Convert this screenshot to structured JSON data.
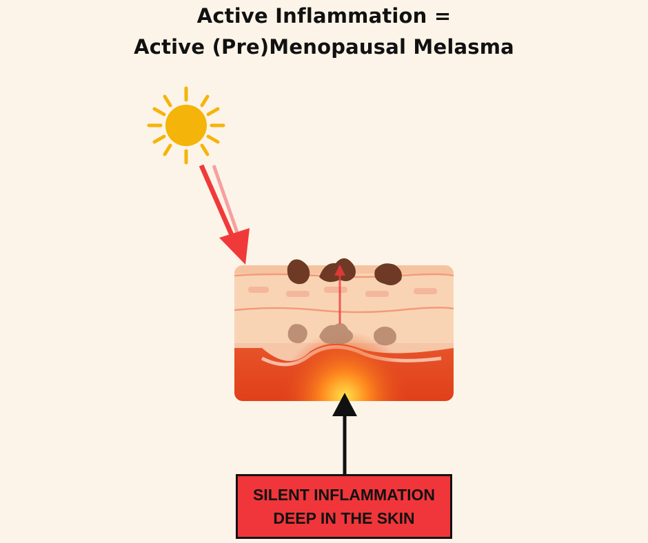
{
  "title": {
    "line1": "Active Inflammation =",
    "line2": "Active (Pre)Menopausal Melasma"
  },
  "callout": {
    "line1": "SILENT INFLAMMATION",
    "line2": "DEEP IN THE SKIN"
  },
  "colors": {
    "background": "#fcf4e8",
    "sun": "#f5b40a",
    "uv_arrow": "#f03a3a",
    "pigment": "#6e3a25",
    "inflammation": "#e0401a",
    "callout_box": "#f0363a"
  },
  "icons": [
    "sun-icon",
    "uv-ray-arrow",
    "pigment-up-arrow",
    "inflammation-up-arrow"
  ]
}
